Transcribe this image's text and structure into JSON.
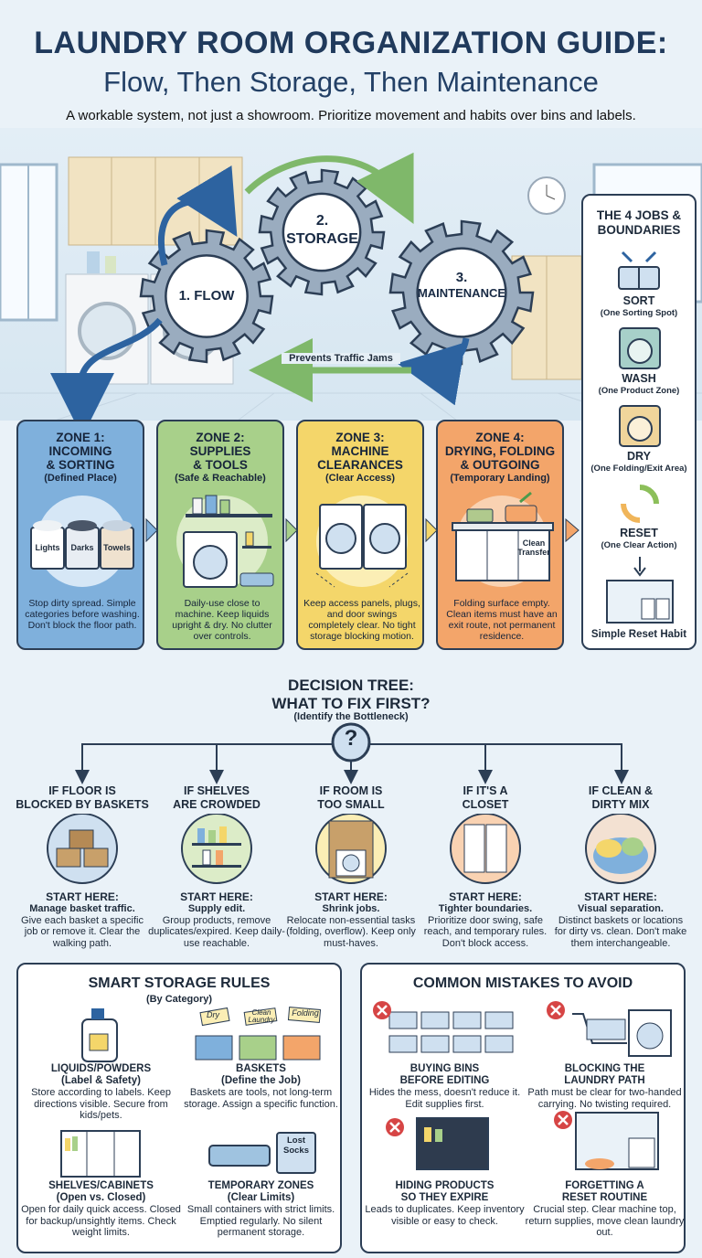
{
  "header": {
    "title_line1": "LAUNDRY ROOM ORGANIZATION GUIDE:",
    "title_line2": "Flow, Then Storage, Then Maintenance",
    "subtitle": "A workable system, not just a showroom. Prioritize movement and habits over bins and labels."
  },
  "gears": {
    "flow": "1. FLOW",
    "storage_num": "2.",
    "storage": "STORAGE",
    "maint_num": "3.",
    "maint": "MAINTENANCE",
    "arrow_label": "Prevents Traffic Jams"
  },
  "zones": [
    {
      "title": "ZONE 1:\nINCOMING\n& SORTING",
      "sub": "(Defined Place)",
      "desc": "Stop dirty spread. Simple categories before washing. Don't block the floor path.",
      "bins": [
        "Lights",
        "Darks",
        "Towels"
      ]
    },
    {
      "title": "ZONE 2:\nSUPPLIES\n& TOOLS",
      "sub": "(Safe & Reachable)",
      "desc": "Daily-use close to machine. Keep liquids upright & dry. No clutter over controls."
    },
    {
      "title": "ZONE 3:\nMACHINE\nCLEARANCES",
      "sub": "(Clear Access)",
      "desc": "Keep access panels, plugs, and door swings completely clear. No tight storage blocking motion."
    },
    {
      "title": "ZONE 4:\nDRYING, FOLDING\n& OUTGOING",
      "sub": "(Temporary Landing)",
      "desc": "Folding surface empty. Clean items must have an exit route, not permanent residence.",
      "label": "Clean\nTransfer"
    }
  ],
  "jobs": {
    "title": "THE 4 JOBS &\nBOUNDARIES",
    "items": [
      {
        "name": "SORT",
        "sub": "(One Sorting Spot)"
      },
      {
        "name": "WASH",
        "sub": "(One Product Zone)"
      },
      {
        "name": "DRY",
        "sub": "(One Folding/Exit Area)"
      },
      {
        "name": "RESET",
        "sub": "(One Clear Action)"
      }
    ],
    "footer": "Simple Reset Habit"
  },
  "decision_tree": {
    "title": "DECISION TREE:\nWHAT TO FIX FIRST?",
    "sub": "(Identify the Bottleneck)",
    "symbol": "?",
    "branches": [
      {
        "title": "IF FLOOR IS\nBLOCKED BY BASKETS",
        "head": "START HERE:",
        "lead": "Manage basket traffic.",
        "desc": "Give each basket a specific job or remove it. Clear the walking path."
      },
      {
        "title": "IF SHELVES\nARE CROWDED",
        "head": "START HERE:",
        "lead": "Supply edit.",
        "desc": "Group products, remove duplicates/expired. Keep daily-use reachable."
      },
      {
        "title": "IF ROOM IS\nTOO SMALL",
        "head": "START HERE:",
        "lead": "Shrink jobs.",
        "desc": "Relocate non-essential tasks (folding, overflow). Keep only must-haves."
      },
      {
        "title": "IF IT'S A\nCLOSET",
        "head": "START HERE:",
        "lead": "Tighter boundaries.",
        "desc": "Prioritize door swing, safe reach, and temporary rules. Don't block access."
      },
      {
        "title": "IF CLEAN &\nDIRTY MIX",
        "head": "START HERE:",
        "lead": "Visual separation.",
        "desc": "Distinct baskets or locations for dirty vs. clean. Don't make them interchangeable."
      }
    ]
  },
  "storage_rules": {
    "title": "SMART STORAGE RULES",
    "sub": "(By Category)",
    "tags": [
      "Dry",
      "Clean Laundry",
      "Folding"
    ],
    "box_label": "Lost\nSocks",
    "items": [
      {
        "title": "LIQUIDS/POWDERS\n(Label & Safety)",
        "desc": "Store according to labels. Keep directions visible. Secure from kids/pets."
      },
      {
        "title": "BASKETS\n(Define the Job)",
        "desc": "Baskets are tools, not long-term storage. Assign a specific function."
      },
      {
        "title": "SHELVES/CABINETS\n(Open vs. Closed)",
        "desc": "Open for daily quick access. Closed for backup/unsightly items. Check weight limits."
      },
      {
        "title": "TEMPORARY ZONES\n(Clear Limits)",
        "desc": "Small containers with strict limits. Emptied regularly. No silent permanent storage."
      }
    ]
  },
  "mistakes": {
    "title": "COMMON MISTAKES TO AVOID",
    "items": [
      {
        "title": "BUYING BINS\nBEFORE EDITING",
        "desc": "Hides the mess, doesn't reduce it. Edit supplies first."
      },
      {
        "title": "BLOCKING THE\nLAUNDRY PATH",
        "desc": "Path must be clear for two-handed carrying. No twisting required."
      },
      {
        "title": "HIDING PRODUCTS\nSO THEY EXPIRE",
        "desc": "Leads to duplicates. Keep inventory visible or easy to check."
      },
      {
        "title": "FORGETTING A\nRESET ROUTINE",
        "desc": "Crucial step. Clear machine top, return supplies, move clean laundry out."
      }
    ]
  },
  "colors": {
    "zone1": "#7fb0dc",
    "zone2": "#a8d08a",
    "zone3": "#f4d66a",
    "zone4": "#f3a56a",
    "navy": "#203a5c",
    "arrow": "#2d63a0",
    "green_arrow": "#7fb86a"
  }
}
